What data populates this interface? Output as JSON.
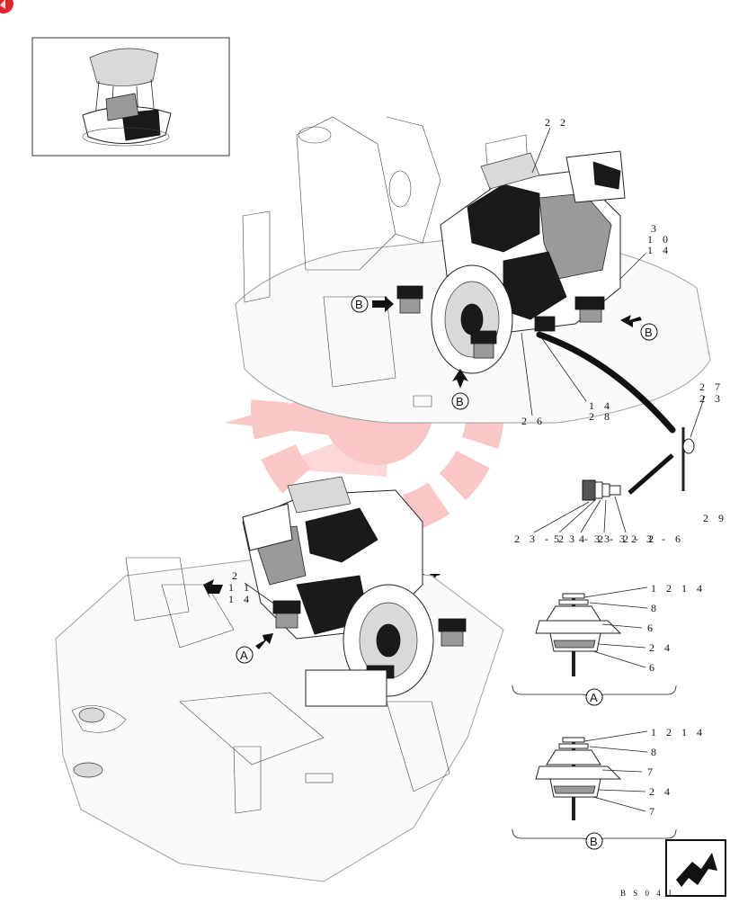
{
  "callouts": {
    "c22": "2 2",
    "c3": "3",
    "c10": "1 0",
    "c14a": "1 4",
    "c14b": "1 4",
    "c28": "2 8",
    "c26": "2 6",
    "c27": "2 7",
    "c23": "2 3",
    "c29": "2 9",
    "c231": "2 3 - 2",
    "c232": "5 3 - 2",
    "c233": "4 3 - 2",
    "c234": "3 3 - 2",
    "c235": "2 3 - 6",
    "c2": "2",
    "c11": "1 1",
    "c14c": "1 4",
    "mA1214": "1 2 1 4",
    "mA8": "8",
    "mA6a": "6",
    "mA24": "2 4",
    "mA6b": "6",
    "mB1214": "1 2 1 4",
    "mB8": "8",
    "mB7a": "7",
    "mB24": "2 4",
    "mB7b": "7"
  },
  "views": {
    "A": "A",
    "B": "B"
  },
  "watermark_text": "X",
  "drawing_code": "B S 0 4 J",
  "colors": {
    "line": "#222222",
    "watermark": "#f26b6b",
    "badge": "#e4222b"
  },
  "icons": {
    "corner_badge": "red-circle-badge",
    "next_page": "next-page-arrow-icon"
  }
}
